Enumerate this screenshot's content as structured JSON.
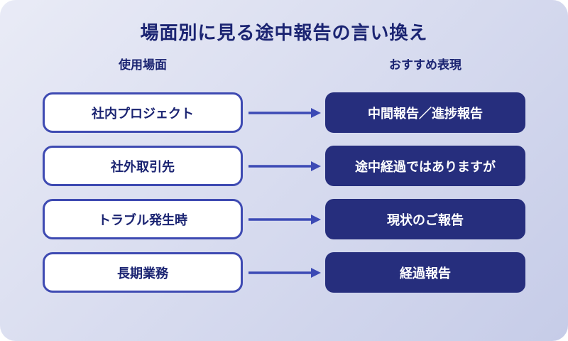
{
  "title": "場面別に見る途中報告の言い換え",
  "columns": {
    "scene": "使用場面",
    "expression": "おすすめ表現"
  },
  "rows": [
    {
      "scene": "社内プロジェクト",
      "expression": "中間報告／進捗報告"
    },
    {
      "scene": "社外取引先",
      "expression": "途中経過ではありますが"
    },
    {
      "scene": "トラブル発生時",
      "expression": "現状のご報告"
    },
    {
      "scene": "長期業務",
      "expression": "経過報告"
    }
  ],
  "icons": {
    "arrow": "right-arrow"
  },
  "colors": {
    "navy": "#1b2472",
    "box_border": "#3e4ab2",
    "dark_box": "#262e7d",
    "arrow": "#3c4ab5",
    "bg_grad_start": "#e9ebf6",
    "bg_grad_end": "#c6cce8"
  }
}
